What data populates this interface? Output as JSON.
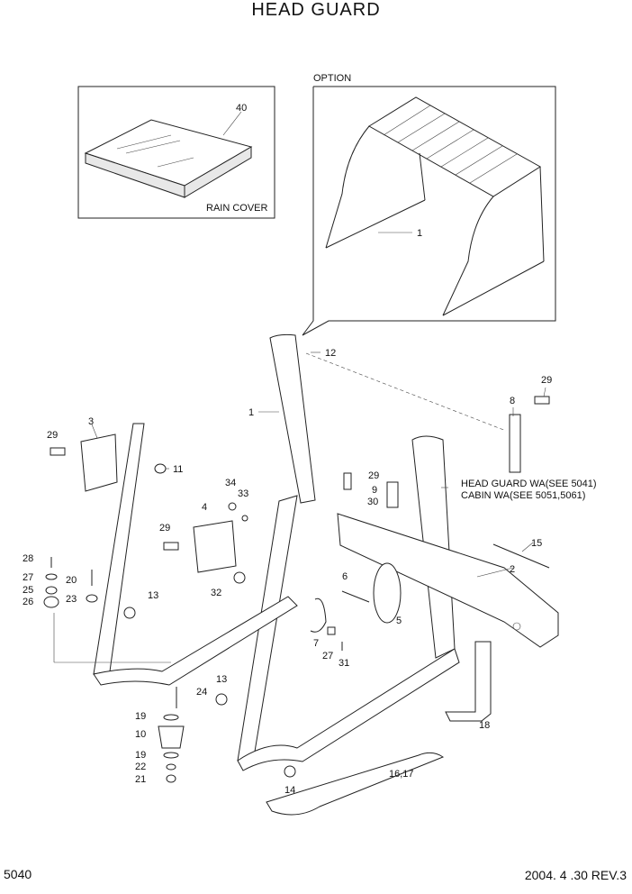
{
  "title": "HEAD  GUARD",
  "page_number": "5040",
  "revision": "2004. 4 .30 REV.3",
  "insets": {
    "option_label": "OPTION",
    "rain_cover_label": "RAIN COVER"
  },
  "notes": {
    "head_guard_ref": "HEAD GUARD WA(SEE 5041)",
    "cabin_ref": "CABIN WA(SEE 5051,5061)"
  },
  "callouts": {
    "c40": "40",
    "c1_opt": "1",
    "c12": "12",
    "c1": "1",
    "c29a": "29",
    "c8": "8",
    "c29b": "29",
    "c3": "3",
    "c11": "11",
    "c34": "34",
    "c33": "33",
    "c29c": "29",
    "c4": "4",
    "c29d": "29",
    "c9": "9",
    "c30": "30",
    "c15": "15",
    "c2": "2",
    "c28": "28",
    "c27a": "27",
    "c25": "25",
    "c26": "26",
    "c20": "20",
    "c23": "23",
    "c13a": "13",
    "c32": "32",
    "c6": "6",
    "c5": "5",
    "c7": "7",
    "c27b": "27",
    "c31": "31",
    "c24": "24",
    "c13b": "13",
    "c19a": "19",
    "c10": "10",
    "c19b": "19",
    "c22": "22",
    "c21": "21",
    "c18": "18",
    "c14": "14",
    "c1617": "16,17"
  }
}
